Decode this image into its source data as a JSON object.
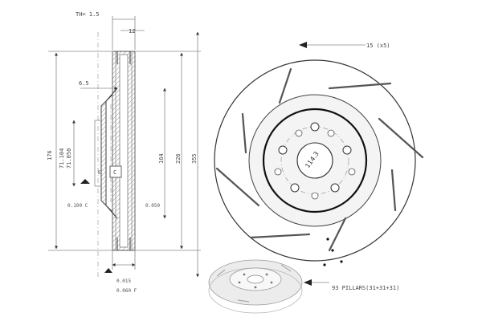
{
  "colors": {
    "line": "#444444",
    "dark": "#111111",
    "light": "#8a8a8a",
    "disc_fill": "#f2f2f2"
  },
  "labels": {
    "th": "TH= 1.5",
    "dim_12": "12",
    "dim_6_5": "6.5",
    "dim_176": "176",
    "dim_71_104": "71.104",
    "dim_71_050": "71.050",
    "dim_164": "164",
    "dim_226": "226",
    "dim_355": "355",
    "mark_e": "E",
    "mark_c": "C",
    "tol_0_100": "0.100 C",
    "tol_0_050": "0.050",
    "tol_0_015": "0.015",
    "tol_0_060": "0.060 F",
    "holes": "15 (x5)",
    "pcd": "114.3",
    "pillars": "93 PILLARS(31+31+31)"
  }
}
